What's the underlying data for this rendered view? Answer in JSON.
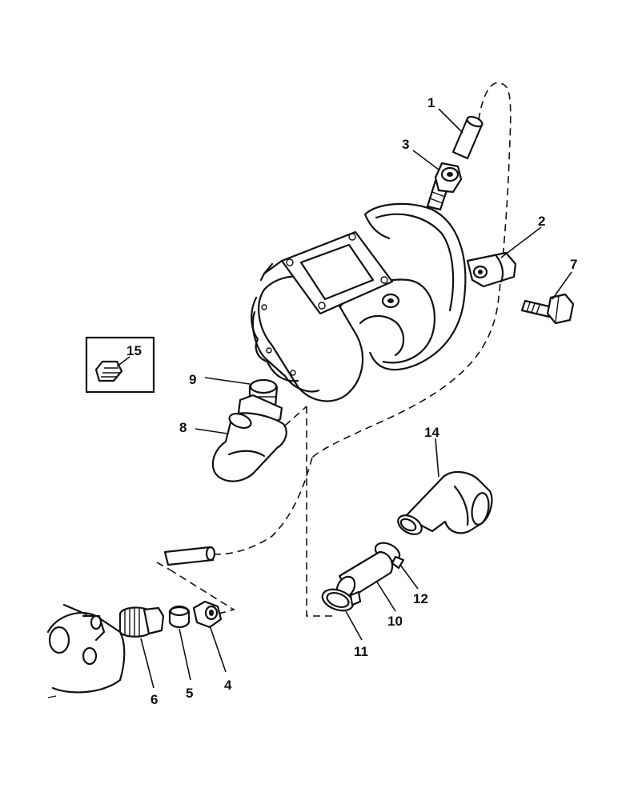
{
  "diagram": {
    "callouts": [
      {
        "id": "c1",
        "label": "1"
      },
      {
        "id": "c2",
        "label": "2"
      },
      {
        "id": "c3",
        "label": "3"
      },
      {
        "id": "c4",
        "label": "4"
      },
      {
        "id": "c5",
        "label": "5"
      },
      {
        "id": "c6",
        "label": "6"
      },
      {
        "id": "c7",
        "label": "7"
      },
      {
        "id": "c8",
        "label": "8"
      },
      {
        "id": "c9",
        "label": "9"
      },
      {
        "id": "c10",
        "label": "10"
      },
      {
        "id": "c11",
        "label": "11"
      },
      {
        "id": "c12",
        "label": "12"
      },
      {
        "id": "c14",
        "label": "14"
      },
      {
        "id": "c15",
        "label": "15"
      }
    ]
  }
}
